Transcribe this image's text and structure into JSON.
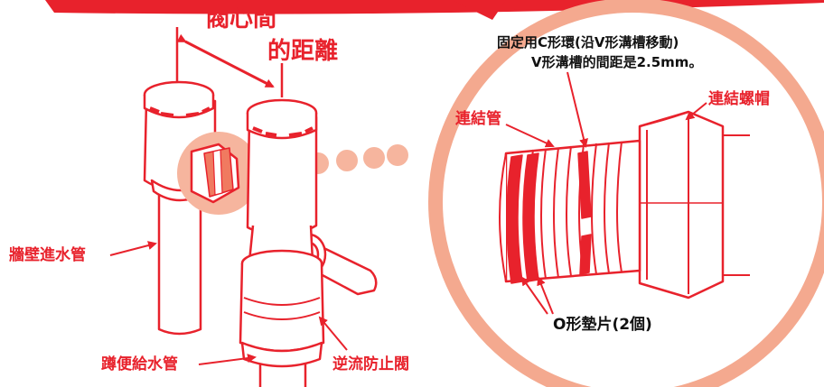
{
  "labels": {
    "valve_distance_line1": "閥心間",
    "valve_distance_line2": "的距離",
    "c_ring_line1": "固定用C形環(沿V形溝槽移動)",
    "c_ring_line2": "V形溝槽的間距是2.5mm。",
    "connecting_pipe": "連結管",
    "union_nut": "連結螺帽",
    "wall_inlet_pipe": "牆壁進水管",
    "toilet_supply_pipe": "蹲便給水管",
    "check_valve": "逆流防止閥",
    "o_ring": "O形墊片(2個)"
  },
  "colors": {
    "accent_red": "#e8222c",
    "callout_ring": "#f4a98f",
    "highlight_circle": "#f6b59e",
    "pipe_fill": "#ffffff"
  }
}
